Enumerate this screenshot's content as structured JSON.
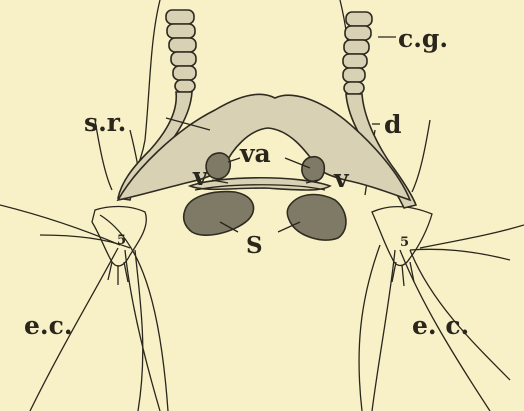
{
  "labels": {
    "cg": "c.g.",
    "sr": "s.r.",
    "d": "d",
    "va": "va",
    "v_left": "v",
    "v_right": "v",
    "s": "S",
    "seg_left": "5",
    "seg_right": "5",
    "ec_left": "e.c.",
    "ec_right": "e. c."
  }
}
